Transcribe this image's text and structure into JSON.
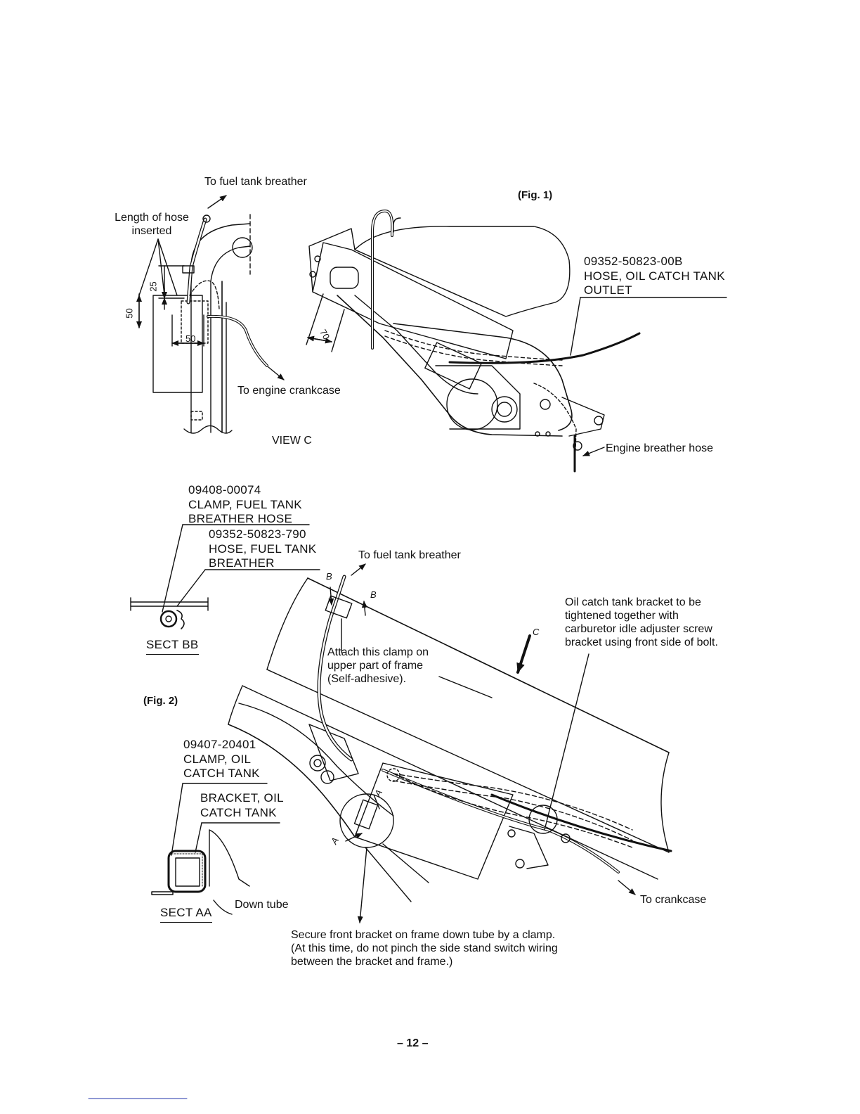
{
  "labels": {
    "top_fuel_breather": "To fuel tank breather",
    "length_inserted": "Length of hose\ninserted",
    "dim_25": "25",
    "dim_50_vertical": "50",
    "dim_50_horizontal": "50",
    "to_engine_crankcase": "To engine crankcase",
    "view_c": "VIEW C",
    "fig1": "(Fig. 1)",
    "dim_70": "70",
    "oil_catch_hose_part": "09352-50823-00B\nHOSE, OIL CATCH TANK\nOUTLET",
    "engine_breather_hose": "Engine breather hose",
    "clamp_fuel_tank_part": "09408-00074\nCLAMP, FUEL TANK\nBREATHER HOSE",
    "hose_fuel_tank_part": "09352-50823-790\nHOSE, FUEL TANK\nBREATHER",
    "mid_fuel_breather": "To fuel tank breather",
    "sect_bb": "SECT BB",
    "mark_b1": "B",
    "mark_b2": "B",
    "mark_c": "C",
    "oil_catch_bracket_note": "Oil catch tank bracket to be\ntightened together with\ncarburetor idle adjuster screw\nbracket using front side of bolt.",
    "attach_clamp_note": "Attach this clamp on\nupper part of frame\n(Self-adhesive).",
    "fig2": "(Fig. 2)",
    "clamp_oil_part": "09407-20401\nCLAMP, OIL\nCATCH TANK",
    "bracket_oil": "BRACKET, OIL\nCATCH TANK",
    "mark_a1": "A",
    "mark_a2": "A",
    "down_tube": "Down tube",
    "sect_aa": "SECT AA",
    "to_crankcase": "To crankcase",
    "secure_bracket_note": "Secure front bracket on frame down tube by a clamp.\n(At this time, do not pinch the side stand switch wiring\nbetween the bracket and frame.)",
    "page_number": "– 12 –"
  }
}
